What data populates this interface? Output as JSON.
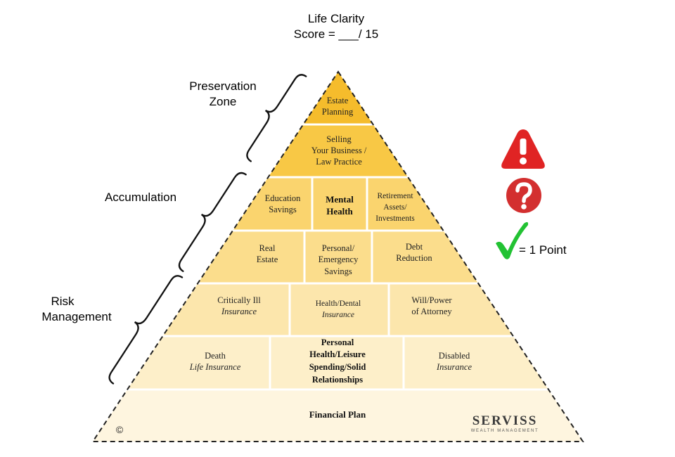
{
  "header": {
    "title": "Life Clarity",
    "score_label": "Score = ___/ 15"
  },
  "zones": {
    "preservation_line1": "Preservation",
    "preservation_line2": "Zone",
    "accumulation": "Accumulation",
    "risk_line1": "Risk",
    "risk_line2": "Management"
  },
  "pyramid": {
    "tier1": {
      "line1": "Estate",
      "line2": "Planning"
    },
    "tier2": {
      "line1": "Selling",
      "line2": "Your Business /",
      "line3": "Law Practice"
    },
    "tier3": {
      "education": {
        "line1": "Education",
        "line2": "Savings"
      },
      "mental": {
        "line1": "Mental",
        "line2": "Health"
      },
      "retirement": {
        "line1": "Retirement",
        "line2": "Assets/",
        "line3": "Investments"
      }
    },
    "tier4": {
      "real_estate": {
        "line1": "Real",
        "line2": "Estate"
      },
      "emergency": {
        "line1": "Personal/",
        "line2": "Emergency",
        "line3": "Savings"
      },
      "debt": {
        "line1": "Debt",
        "line2": "Reduction"
      }
    },
    "tier5": {
      "critical": {
        "line1": "Critically Ill",
        "line2": "Insurance"
      },
      "health": {
        "line1": "Health/Dental",
        "line2": "Insurance"
      },
      "will": {
        "line1": "Will/Power",
        "line2": "of Attorney"
      }
    },
    "tier6": {
      "death": {
        "line1": "Death",
        "line2": "Life Insurance"
      },
      "personal": {
        "line1": "Personal",
        "line2": "Health/Leisure",
        "line3": "Spending/Solid",
        "line4": "Relationships"
      },
      "disabled": {
        "line1": "Disabled",
        "line2": "Insurance"
      }
    },
    "base": {
      "label": "Financial Plan"
    },
    "copyright": "©"
  },
  "brand": {
    "name": "SERVISS",
    "tagline": "WEALTH MANAGEMENT"
  },
  "legend": {
    "warning_icon": "exclamation-triangle-icon",
    "question_icon": "question-circle-icon",
    "check_icon": "checkmark-icon",
    "point_label": "= 1 Point"
  },
  "colors": {
    "tier1": "#F5BC2C",
    "tier2": "#F8C845",
    "tier3": "#FAD46E",
    "tier4": "#FBDD8C",
    "tier5": "#FCE6AC",
    "tier6": "#FDEFC9",
    "base": "#FEF5DF",
    "warning": "#E02424",
    "question": "#D32F2F",
    "check": "#22C233"
  }
}
